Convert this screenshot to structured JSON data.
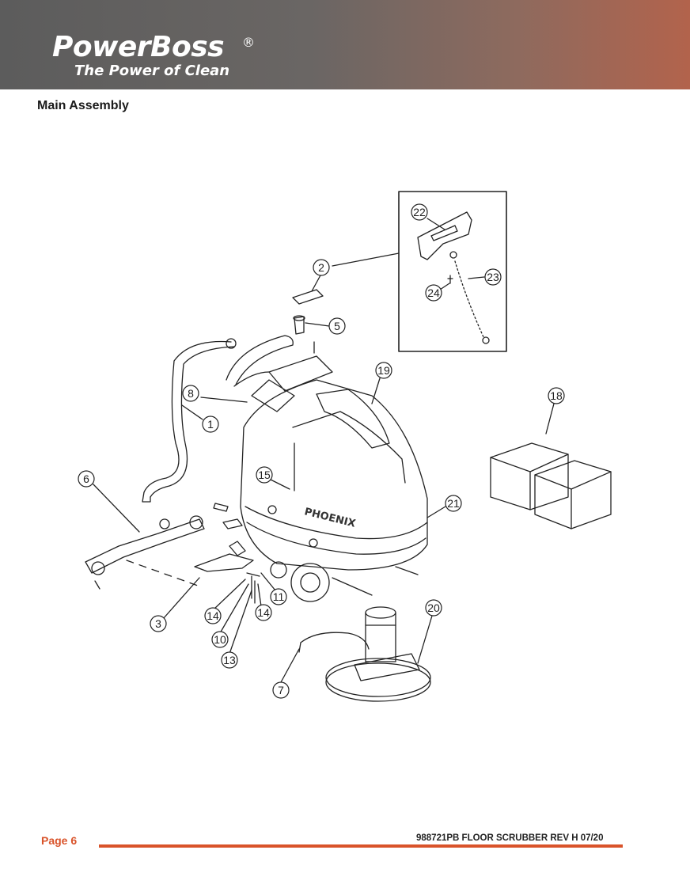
{
  "header": {
    "brand": "PowerBoss",
    "registered_mark": "®",
    "tagline": "The Power of Clean",
    "gradient_colors": [
      "#5c5c5c",
      "#b2634c"
    ]
  },
  "section_title": "Main Assembly",
  "callouts": [
    {
      "label": "1"
    },
    {
      "label": "2"
    },
    {
      "label": "3"
    },
    {
      "label": "5"
    },
    {
      "label": "6"
    },
    {
      "label": "7"
    },
    {
      "label": "8"
    },
    {
      "label": "10"
    },
    {
      "label": "11"
    },
    {
      "label": "13"
    },
    {
      "label": "14"
    },
    {
      "label": "14"
    },
    {
      "label": "15"
    },
    {
      "label": "18"
    },
    {
      "label": "19"
    },
    {
      "label": "20"
    },
    {
      "label": "21"
    },
    {
      "label": "22"
    },
    {
      "label": "23"
    },
    {
      "label": "24"
    }
  ],
  "machine_badge": "PHOENIX",
  "footer": {
    "page_label": "Page  6",
    "document": "988721PB  FLOOR SCRUBBER REV H 07/20",
    "accent_color": "#d9532a"
  }
}
